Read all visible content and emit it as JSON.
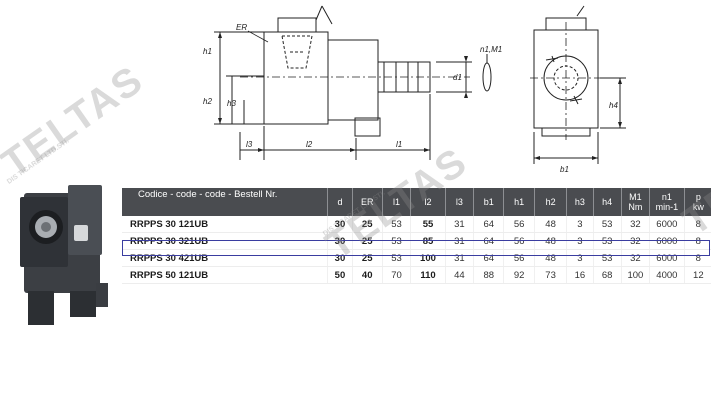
{
  "drawing": {
    "labels": {
      "er": "ER",
      "h1": "h1",
      "h2": "h2",
      "h3": "h3",
      "l3": "l3",
      "l2": "l2",
      "l1": "l1",
      "d1": "d1",
      "nm": "n1,M1",
      "h4": "h4",
      "b1": "b1"
    }
  },
  "table": {
    "headers": [
      {
        "id": "code",
        "text": "Codice - code - code - Bestell Nr."
      },
      {
        "id": "d",
        "text": "d"
      },
      {
        "id": "er",
        "text": "ER"
      },
      {
        "id": "l1",
        "text": "l1"
      },
      {
        "id": "l2",
        "text": "l2"
      },
      {
        "id": "l3",
        "text": "l3"
      },
      {
        "id": "b1",
        "text": "b1"
      },
      {
        "id": "h1",
        "text": "h1"
      },
      {
        "id": "h2",
        "text": "h2"
      },
      {
        "id": "h3",
        "text": "h3"
      },
      {
        "id": "h4",
        "text": "h4"
      },
      {
        "id": "m1",
        "text": "M1",
        "sub": "Nm"
      },
      {
        "id": "n1",
        "text": "n1",
        "sub": "min-1"
      },
      {
        "id": "p",
        "text": "p",
        "sub": "kw"
      }
    ],
    "rows": [
      {
        "code": "RRPPS 30 121UB",
        "d": "30",
        "er": "25",
        "l1": "53",
        "l2": "55",
        "l3": "31",
        "b1": "64",
        "h1": "56",
        "h2": "48",
        "h3": "3",
        "h4": "53",
        "m1": "32",
        "n1": "6000",
        "p": "8"
      },
      {
        "code": "RRPPS 30 321UB",
        "d": "30",
        "er": "25",
        "l1": "53",
        "l2": "85",
        "l3": "31",
        "b1": "64",
        "h1": "56",
        "h2": "48",
        "h3": "3",
        "h4": "53",
        "m1": "32",
        "n1": "6000",
        "p": "8"
      },
      {
        "code": "RRPPS 30 421UB",
        "d": "30",
        "er": "25",
        "l1": "53",
        "l2": "100",
        "l3": "31",
        "b1": "64",
        "h1": "56",
        "h2": "48",
        "h3": "3",
        "h4": "53",
        "m1": "32",
        "n1": "6000",
        "p": "8"
      },
      {
        "code": "RRPPS 50 121UB",
        "d": "50",
        "er": "40",
        "l1": "70",
        "l2": "110",
        "l3": "44",
        "b1": "88",
        "h1": "92",
        "h2": "73",
        "h3": "16",
        "h4": "68",
        "m1": "100",
        "n1": "4000",
        "p": "12"
      }
    ],
    "highlighted_row": "RRPPS 30 321UB"
  },
  "watermark": {
    "brand": "TELTAS",
    "subtitle": "DIS TICARET LTD.STI."
  },
  "colors": {
    "header_bg": "#4a4c50",
    "highlight": "#3a3da0"
  }
}
